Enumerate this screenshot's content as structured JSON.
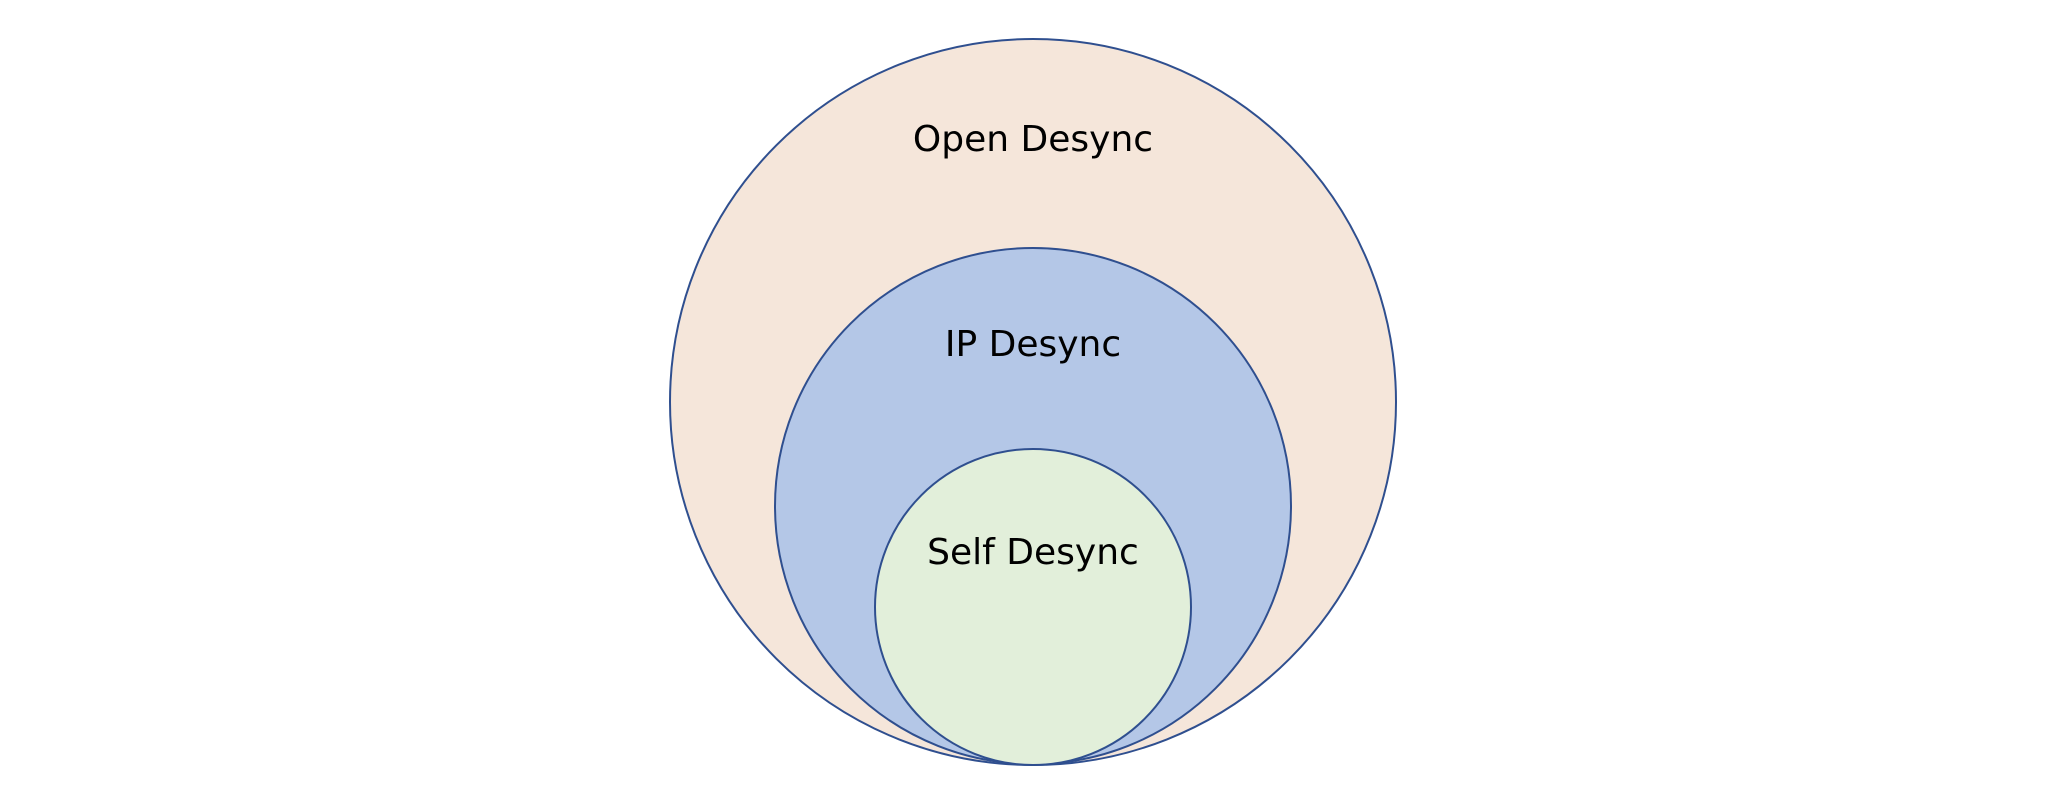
{
  "diagram": {
    "outer": {
      "label": "Open Desync",
      "fill": "#f5e6da",
      "stroke": "#2f4f8f"
    },
    "middle": {
      "label": "IP Desync",
      "fill": "#b4c7e7",
      "stroke": "#2f4f8f"
    },
    "inner": {
      "label": "Self Desync",
      "fill": "#e2efda",
      "stroke": "#2f4f8f"
    }
  }
}
